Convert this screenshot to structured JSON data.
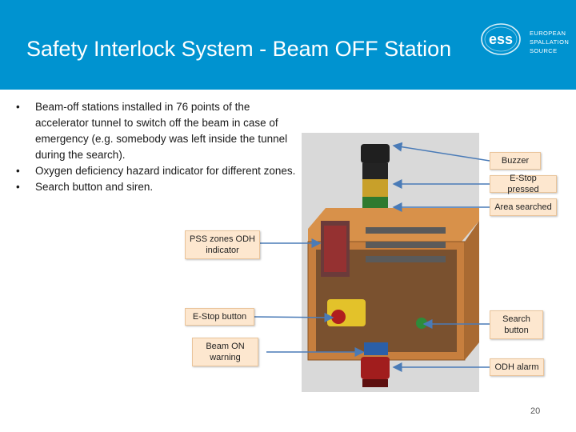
{
  "slide": {
    "title": "Safety Interlock System - Beam OFF Station",
    "logo": {
      "mark_text": "ess",
      "line1": "EUROPEAN",
      "line2": "SPALLATION",
      "line3": "SOURCE",
      "icon": "ess-logo"
    },
    "bullet_glyph": "•",
    "bullets": [
      "Beam-off stations installed in 76 points of the accelerator tunnel to switch off the beam in case of emergency (e.g. somebody was left inside the tunnel during the search).",
      "Oxygen deficiency hazard indicator for different zones.",
      "Search button and siren."
    ],
    "callouts": {
      "buzzer": "Buzzer",
      "estop_pressed": "E-Stop pressed",
      "area_searched": "Area searched",
      "pss_zones": "PSS zones ODH indicator",
      "estop_button": "E-Stop button",
      "beam_on": "Beam ON warning",
      "search_button": "Search button",
      "odh_alarm": "ODH alarm"
    },
    "page_number": "20",
    "colors": {
      "header_bg": "#0093d0",
      "callout_bg": "#fde7cf",
      "arrow": "#4a7bb7"
    }
  }
}
